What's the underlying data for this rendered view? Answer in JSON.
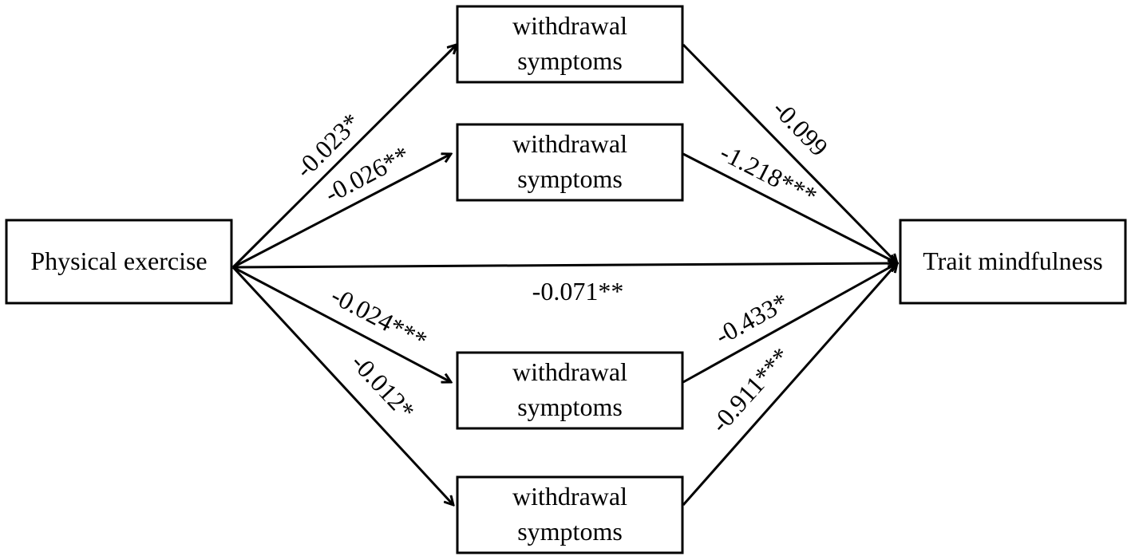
{
  "colors": {
    "stroke": "#000000",
    "background": "#ffffff"
  },
  "nodes": {
    "physical_exercise": {
      "label": "Physical exercise"
    },
    "trait_mindfulness": {
      "label": "Trait mindfulness"
    },
    "mediator_1": {
      "line1": "withdrawal",
      "line2": "symptoms"
    },
    "mediator_2": {
      "line1": "withdrawal",
      "line2": "symptoms"
    },
    "mediator_3": {
      "line1": "withdrawal",
      "line2": "symptoms"
    },
    "mediator_4": {
      "line1": "withdrawal",
      "line2": "symptoms"
    }
  },
  "paths": {
    "pe_to_m1": "-0.023*",
    "pe_to_m2": "-0.026**",
    "pe_to_m3": "-0.024***",
    "pe_to_m4": "-0.012*",
    "m1_to_tm": "-0.099",
    "m2_to_tm": "-1.218***",
    "m3_to_tm": "-0.433*",
    "m4_to_tm": "-0.911***",
    "pe_to_tm": "-0.071**"
  }
}
